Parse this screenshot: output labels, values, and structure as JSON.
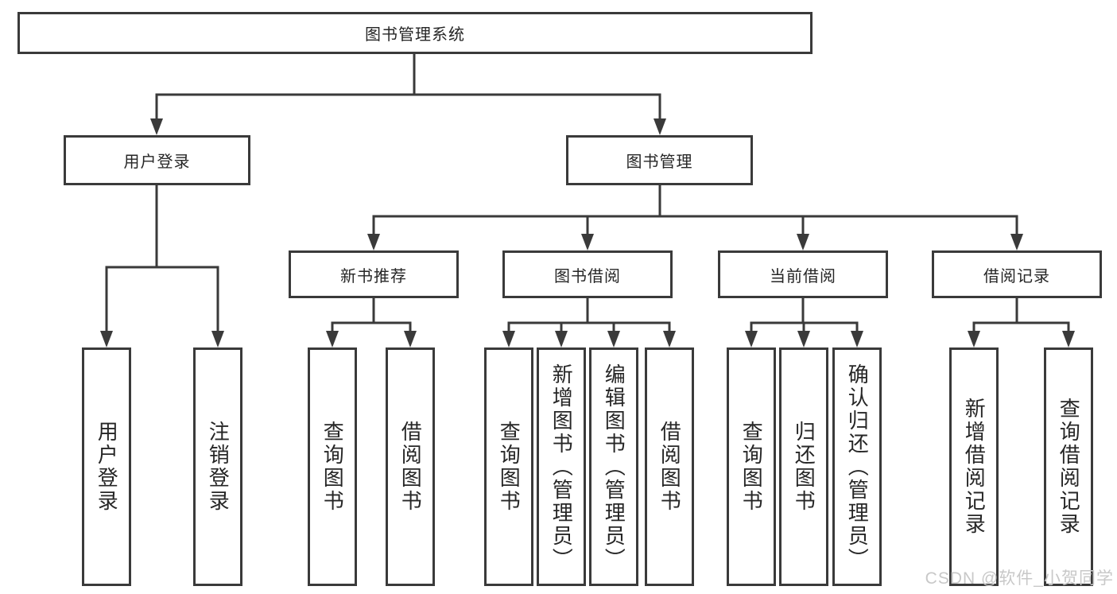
{
  "tree": {
    "root": "图书管理系统",
    "branches": [
      {
        "label": "用户登录",
        "children": [
          "用户登录",
          "注销登录"
        ]
      },
      {
        "label": "图书管理",
        "children": [
          {
            "label": "新书推荐",
            "children": [
              "查询图书",
              "借阅图书"
            ]
          },
          {
            "label": "图书借阅",
            "children": [
              "查询图书",
              "新增图书（管理员）",
              "编辑图书（管理员）",
              "借阅图书"
            ]
          },
          {
            "label": "当前借阅",
            "children": [
              "查询图书",
              "归还图书",
              "确认归还（管理员）"
            ]
          },
          {
            "label": "借阅记录",
            "children": [
              "新增借阅记录",
              "查询借阅记录"
            ]
          }
        ]
      }
    ]
  },
  "watermark": {
    "text": "CSDN @软件_小贺同学",
    "color": "#c8c8c8"
  },
  "colors": {
    "line": "#3a3a3a",
    "box_border": "#3a3a3a",
    "box_fill": "#ffffff",
    "text": "#262626"
  }
}
